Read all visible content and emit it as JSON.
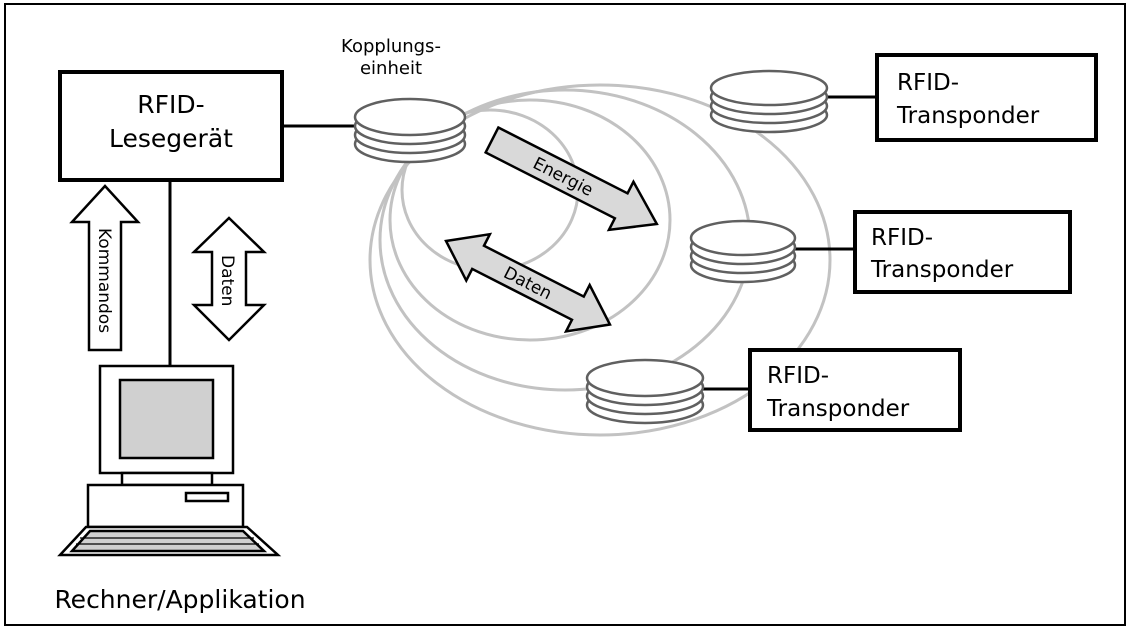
{
  "reader": {
    "line1": "RFID-",
    "line2": "Lesegerät"
  },
  "coupling": {
    "line1": "Kopplungs-",
    "line2": "einheit"
  },
  "transponders": [
    {
      "line1": "RFID-",
      "line2": "Transponder"
    },
    {
      "line1": "RFID-",
      "line2": "Transponder"
    },
    {
      "line1": "RFID-",
      "line2": "Transponder"
    }
  ],
  "arrows": {
    "energy": "Energie",
    "data_field": "Daten",
    "commands": "Kommandos",
    "data_vertical": "Daten"
  },
  "computer": {
    "label": "Rechner/Applikation"
  },
  "colors": {
    "field_lines": "#c2c2c2",
    "arrow_fill": "#d9d9d9",
    "coil_stroke": "#606060",
    "outline": "#000000"
  }
}
